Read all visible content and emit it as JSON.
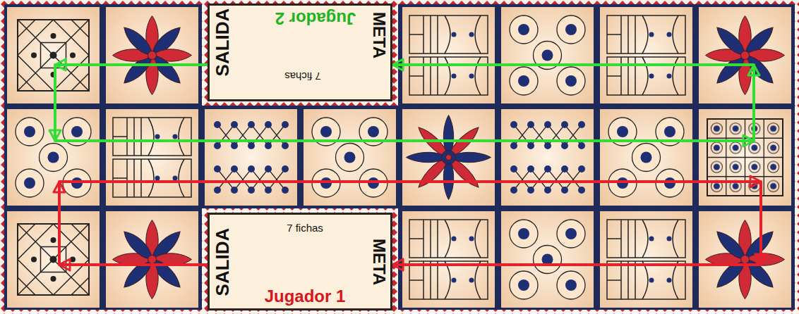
{
  "diagram": {
    "nodes": [
      {
        "text": [
          "SALIDA",
          "Jugador 2",
          "7 fichas",
          "META"
        ]
      },
      {
        "text": [
          "SALIDA",
          "7 fichas",
          "Jugador 1",
          "META"
        ]
      }
    ],
    "edges": [
      {
        "from": 0,
        "to": 0,
        "arrow": "to"
      },
      {
        "from": 1,
        "to": 1,
        "arrow": "to"
      }
    ]
  }
}
